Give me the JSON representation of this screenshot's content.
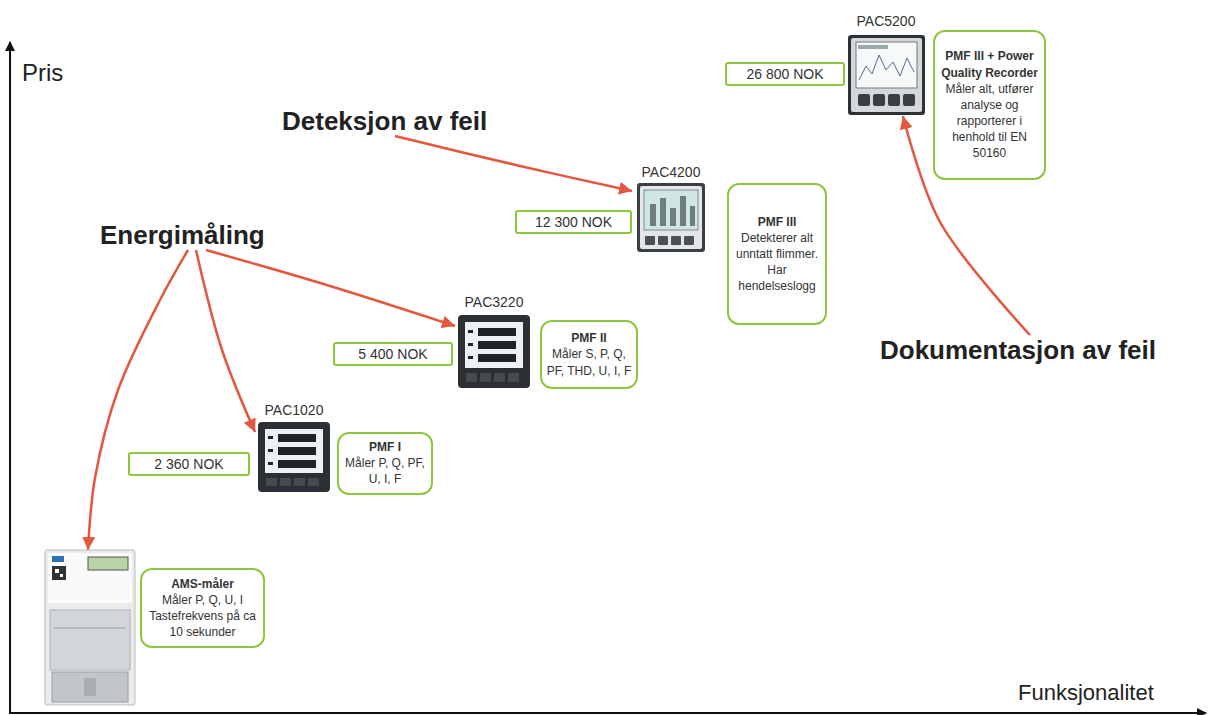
{
  "diagram": {
    "nodes": [
      {
        "text": [
          "PAC5200"
        ]
      },
      {
        "text": [
          "26 800 NOK"
        ]
      },
      {
        "text": [
          "PMF III + Power Quality Recorder",
          "Måler alt, utfører analyse og rapporterer i henhold til EN 50160"
        ]
      },
      {
        "text": [
          "Deteksjon av feil"
        ]
      },
      {
        "text": [
          "PAC4200"
        ]
      },
      {
        "text": [
          "12 300 NOK"
        ]
      },
      {
        "text": [
          "PMF III",
          "Detekterer alt unntatt flimmer. Har hendelseslogg"
        ]
      },
      {
        "text": [
          "Energimåling"
        ]
      },
      {
        "text": [
          "PAC3220"
        ]
      },
      {
        "text": [
          "5 400 NOK"
        ]
      },
      {
        "text": [
          "PMF II",
          "Måler S, P, Q, PF, THD, U, I, F"
        ]
      },
      {
        "text": [
          "Dokumentasjon av feil"
        ]
      },
      {
        "text": [
          "PAC1020"
        ]
      },
      {
        "text": [
          "2 360 NOK"
        ]
      },
      {
        "text": [
          "PMF I",
          "Måler P, Q, PF, U, I, F"
        ]
      },
      {
        "text": [
          "AMS-måler",
          "Måler P, Q, U, I Tastefrekvens på ca 10 sekunder"
        ]
      }
    ],
    "edges": [
      {
        "from": 7,
        "to": 15,
        "arrow": "to"
      },
      {
        "from": 7,
        "to": 12,
        "arrow": "to"
      },
      {
        "from": 7,
        "to": 8,
        "arrow": "to"
      },
      {
        "from": 3,
        "to": 4,
        "arrow": "to"
      },
      {
        "from": 11,
        "to": 0,
        "arrow": "to"
      }
    ],
    "labels": [
      "Pris",
      "Funksjonalitet"
    ]
  }
}
